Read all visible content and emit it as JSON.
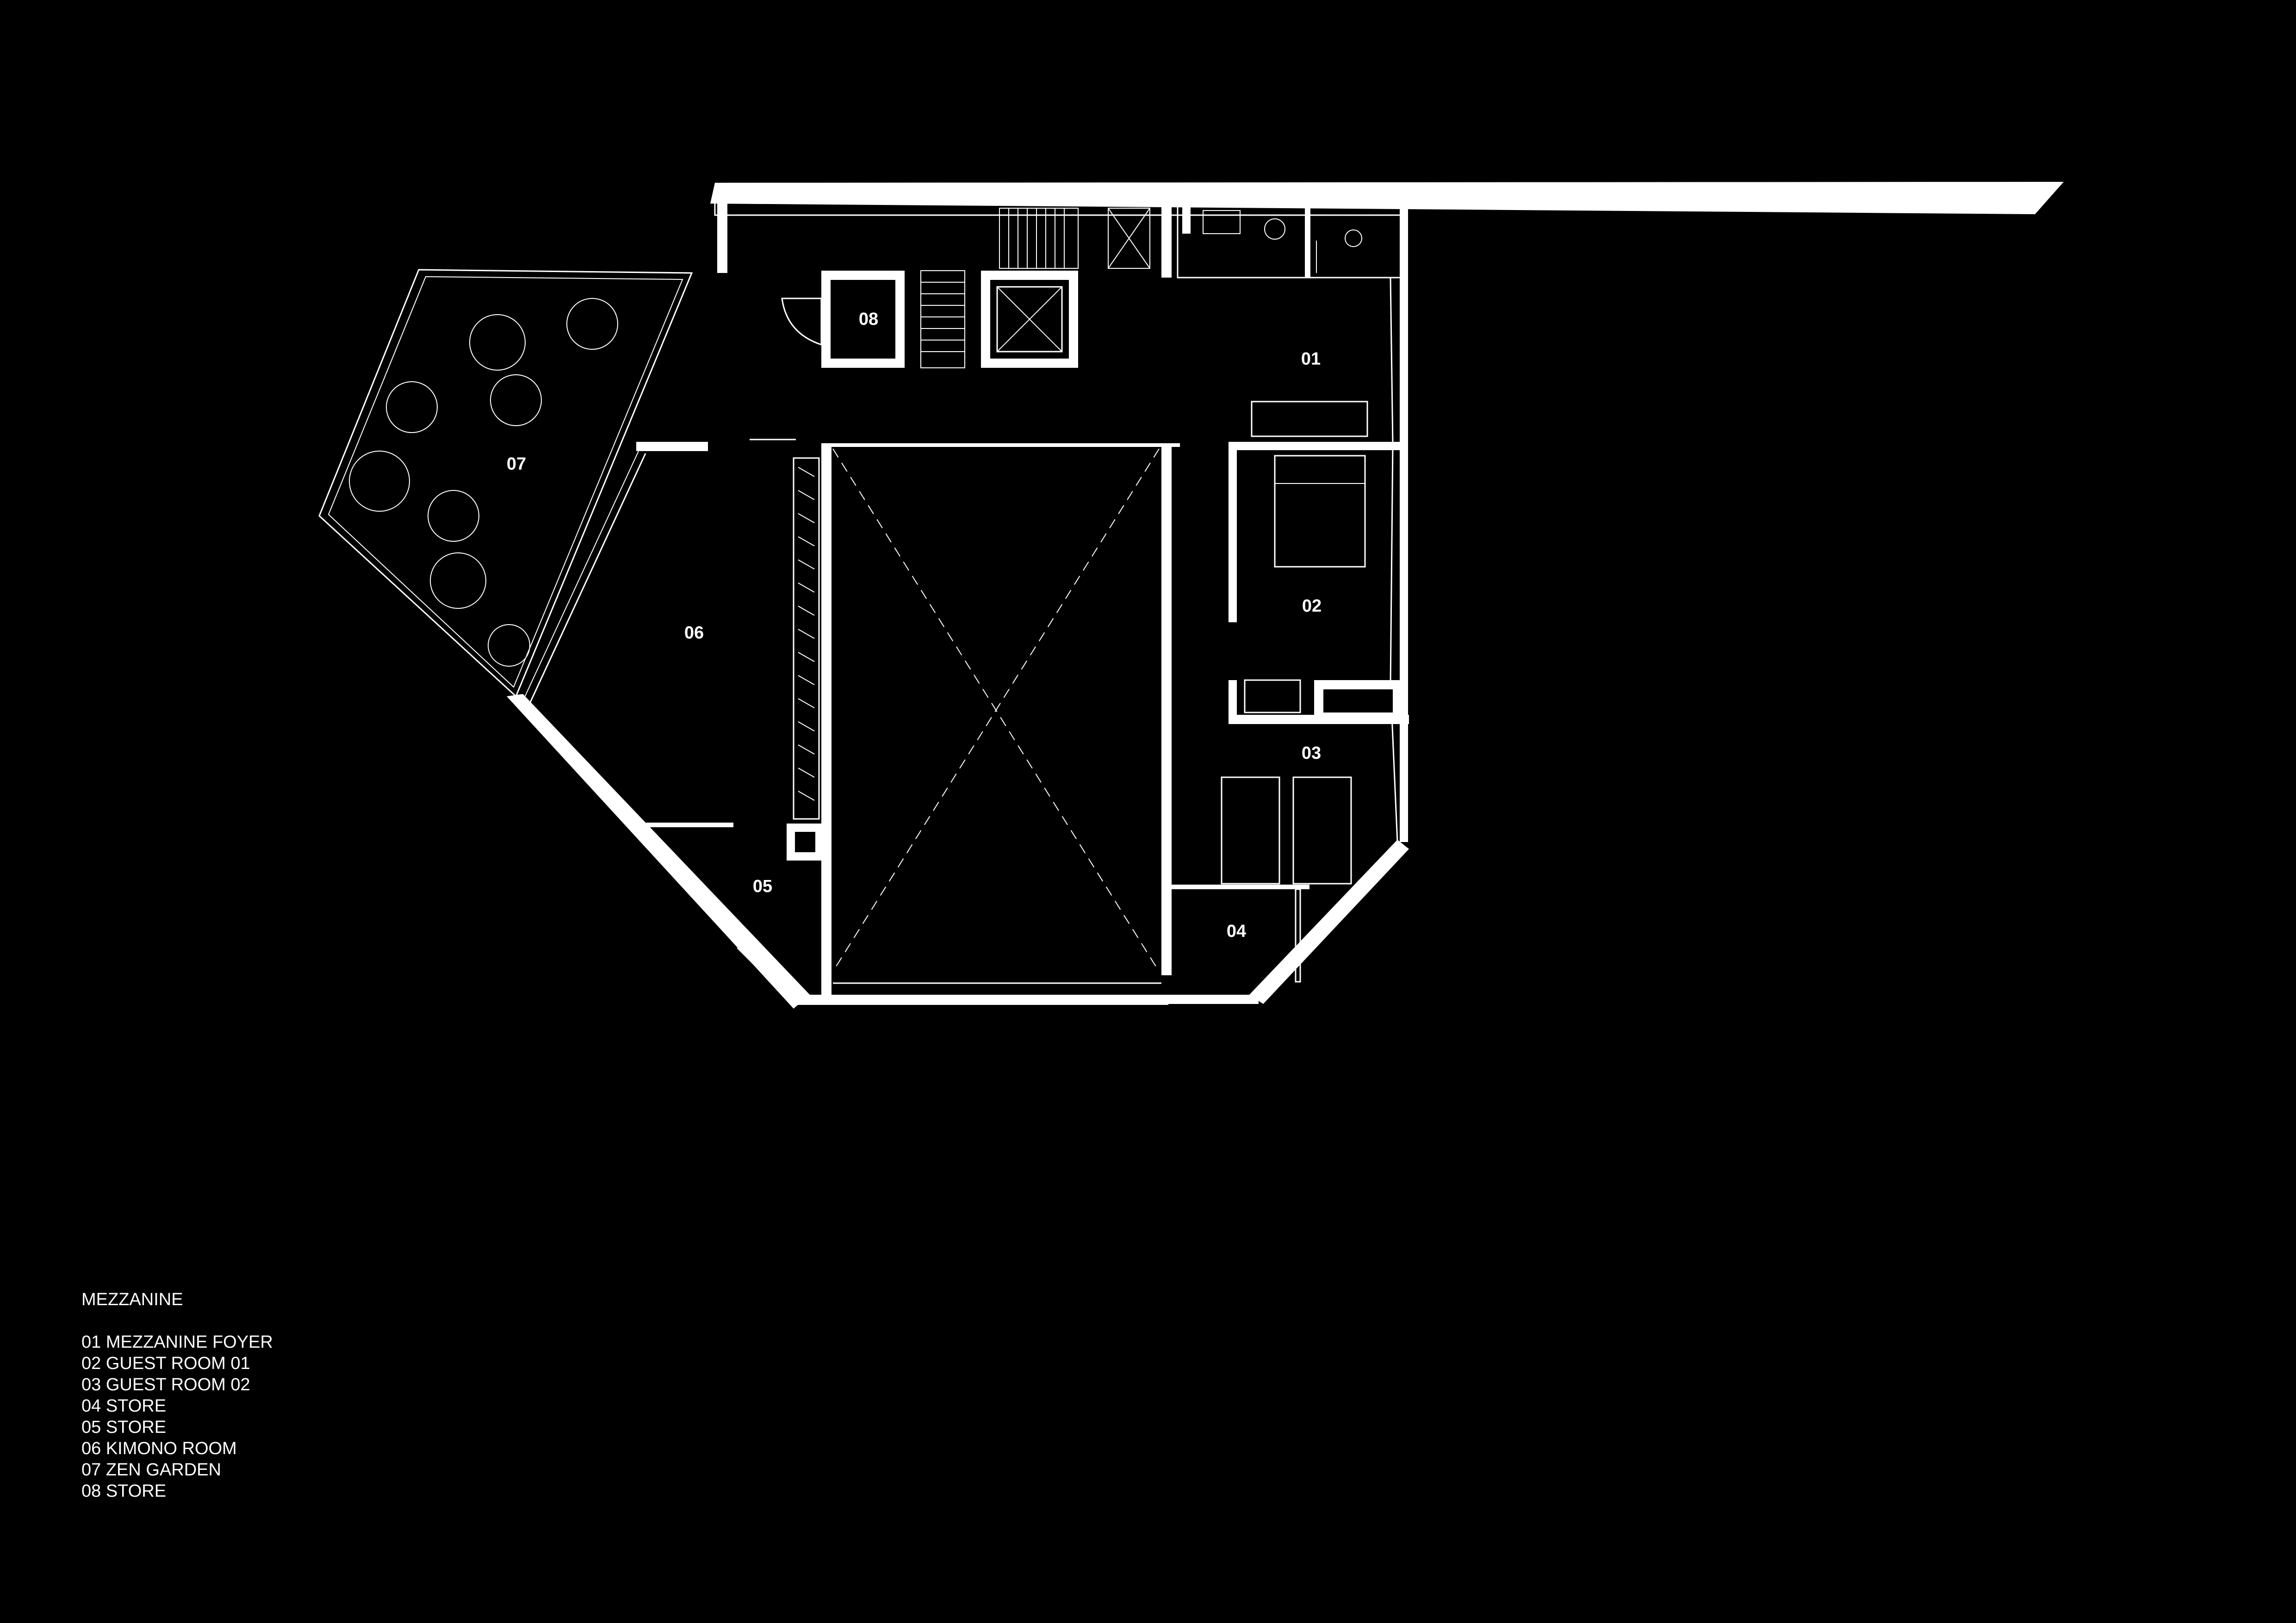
{
  "title": "MEZZANINE",
  "rooms": [
    {
      "id": "01",
      "name": "MEZZANINE FOYER"
    },
    {
      "id": "02",
      "name": "GUEST ROOM 01"
    },
    {
      "id": "03",
      "name": "GUEST ROOM 02"
    },
    {
      "id": "04",
      "name": "STORE"
    },
    {
      "id": "05",
      "name": "STORE"
    },
    {
      "id": "06",
      "name": "KIMONO ROOM"
    },
    {
      "id": "07",
      "name": "ZEN GARDEN"
    },
    {
      "id": "08",
      "name": "STORE"
    }
  ],
  "legend": [
    "01 MEZZANINE FOYER",
    "02 GUEST ROOM 01",
    "03 GUEST ROOM 02",
    "04 STORE",
    "05 STORE",
    "06 KIMONO ROOM",
    "07 ZEN GARDEN",
    "08 STORE"
  ],
  "colors": {
    "background": "#000000",
    "lines": "#ffffff"
  }
}
